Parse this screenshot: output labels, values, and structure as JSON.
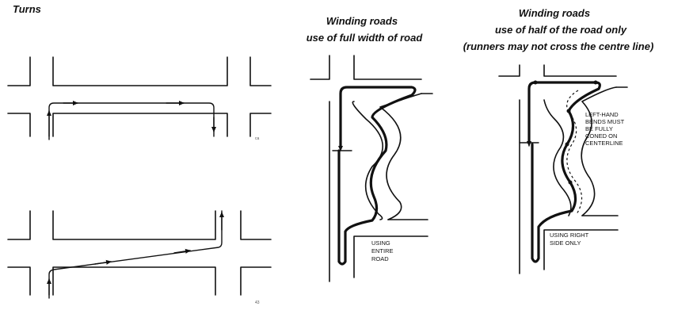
{
  "panels": {
    "turns": {
      "title": "Turns",
      "page_marks": [
        "ca",
        "43"
      ]
    },
    "full_width": {
      "title_line1": "Winding roads",
      "title_line2": "use of full width of road",
      "note_lines": [
        "USING",
        "ENTIRE",
        "ROAD"
      ]
    },
    "half_road": {
      "title_line1": "Winding roads",
      "title_line2": "use of half of the road only",
      "title_line3": "(runners may not cross the centre line)",
      "bend_note_lines": [
        "LEFT-HAND",
        "BENDS MUST",
        "BE FULLY",
        "CONED ON",
        "CENTERLINE"
      ],
      "side_note_lines": [
        "USING RIGHT",
        "SIDE ONLY"
      ]
    }
  }
}
